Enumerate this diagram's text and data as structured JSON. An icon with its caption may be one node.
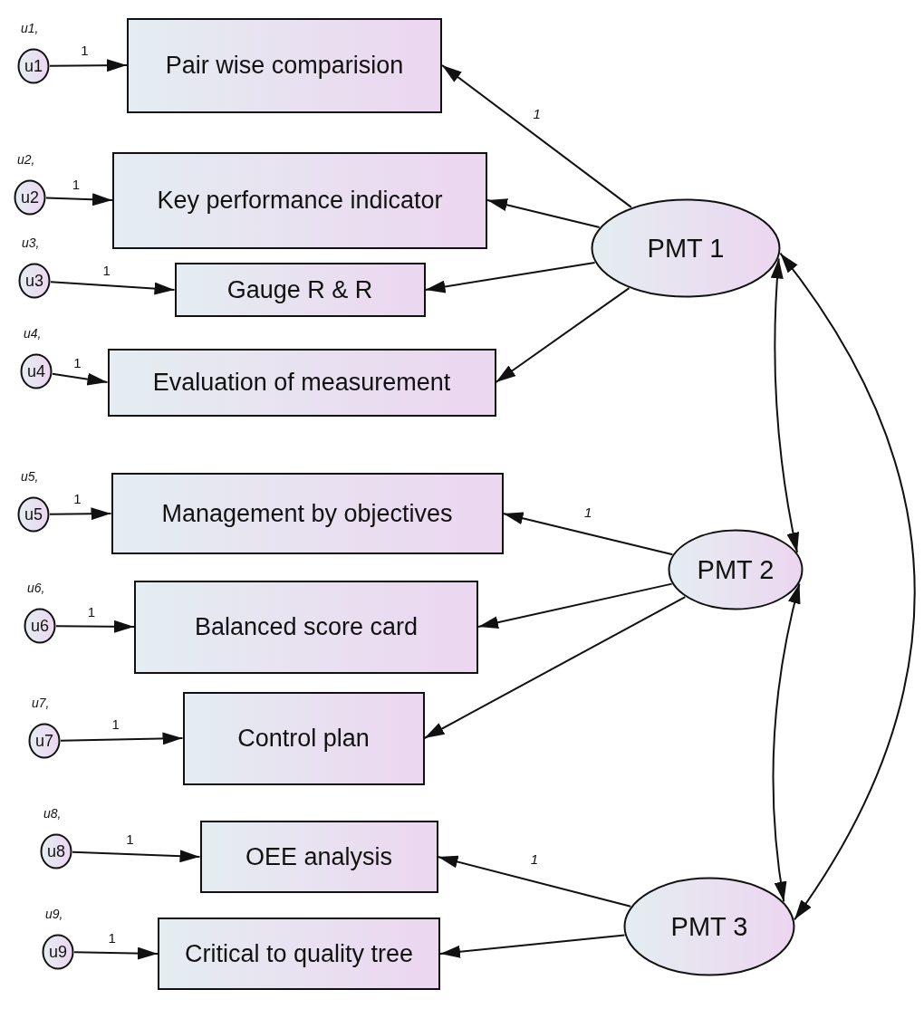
{
  "diagram": {
    "nodes": [
      {
        "text": [
          "u1"
        ],
        "beside": [
          "u1,"
        ]
      },
      {
        "text": [
          "u2"
        ],
        "beside": [
          "u2,"
        ]
      },
      {
        "text": [
          "u3"
        ],
        "beside": [
          "u3,"
        ]
      },
      {
        "text": [
          "u4"
        ],
        "beside": [
          "u4,"
        ]
      },
      {
        "text": [
          "u5"
        ],
        "beside": [
          "u5,"
        ]
      },
      {
        "text": [
          "u6"
        ],
        "beside": [
          "u6,"
        ]
      },
      {
        "text": [
          "u7"
        ],
        "beside": [
          "u7,"
        ]
      },
      {
        "text": [
          "u8"
        ],
        "beside": [
          "u8,"
        ]
      },
      {
        "text": [
          "u9"
        ],
        "beside": [
          "u9,"
        ]
      },
      {
        "text": [
          "Pair wise comparision"
        ]
      },
      {
        "text": [
          "Key performance indicator"
        ]
      },
      {
        "text": [
          "Gauge R & R"
        ]
      },
      {
        "text": [
          "Evaluation of measurement"
        ]
      },
      {
        "text": [
          "Management by objectives"
        ]
      },
      {
        "text": [
          "Balanced score card"
        ]
      },
      {
        "text": [
          "Control plan"
        ]
      },
      {
        "text": [
          "OEE analysis"
        ]
      },
      {
        "text": [
          "Critical to quality tree"
        ]
      },
      {
        "text": [
          "PMT 1"
        ]
      },
      {
        "text": [
          "PMT 2"
        ]
      },
      {
        "text": [
          "PMT 3"
        ]
      }
    ],
    "edges": [
      {
        "from": 0,
        "to": 9,
        "arrow": "to",
        "label": "1"
      },
      {
        "from": 1,
        "to": 10,
        "arrow": "to",
        "label": "1"
      },
      {
        "from": 2,
        "to": 11,
        "arrow": "to",
        "label": "1"
      },
      {
        "from": 3,
        "to": 12,
        "arrow": "to",
        "label": "1"
      },
      {
        "from": 4,
        "to": 13,
        "arrow": "to",
        "label": "1"
      },
      {
        "from": 5,
        "to": 14,
        "arrow": "to",
        "label": "1"
      },
      {
        "from": 6,
        "to": 15,
        "arrow": "to",
        "label": "1"
      },
      {
        "from": 7,
        "to": 16,
        "arrow": "to",
        "label": "1"
      },
      {
        "from": 8,
        "to": 17,
        "arrow": "to",
        "label": "1"
      },
      {
        "from": 18,
        "to": 9,
        "arrow": "to",
        "label": "1"
      },
      {
        "from": 18,
        "to": 10,
        "arrow": "to"
      },
      {
        "from": 18,
        "to": 11,
        "arrow": "to"
      },
      {
        "from": 18,
        "to": 12,
        "arrow": "to"
      },
      {
        "from": 19,
        "to": 13,
        "arrow": "to",
        "label": "1"
      },
      {
        "from": 19,
        "to": 14,
        "arrow": "to"
      },
      {
        "from": 19,
        "to": 15,
        "arrow": "to"
      },
      {
        "from": 20,
        "to": 16,
        "arrow": "to",
        "label": "1"
      },
      {
        "from": 20,
        "to": 17,
        "arrow": "to"
      },
      {
        "from": 18,
        "to": 19,
        "arrow": "both"
      },
      {
        "from": 19,
        "to": 20,
        "arrow": "both"
      },
      {
        "from": 18,
        "to": 20,
        "arrow": "both"
      }
    ]
  }
}
